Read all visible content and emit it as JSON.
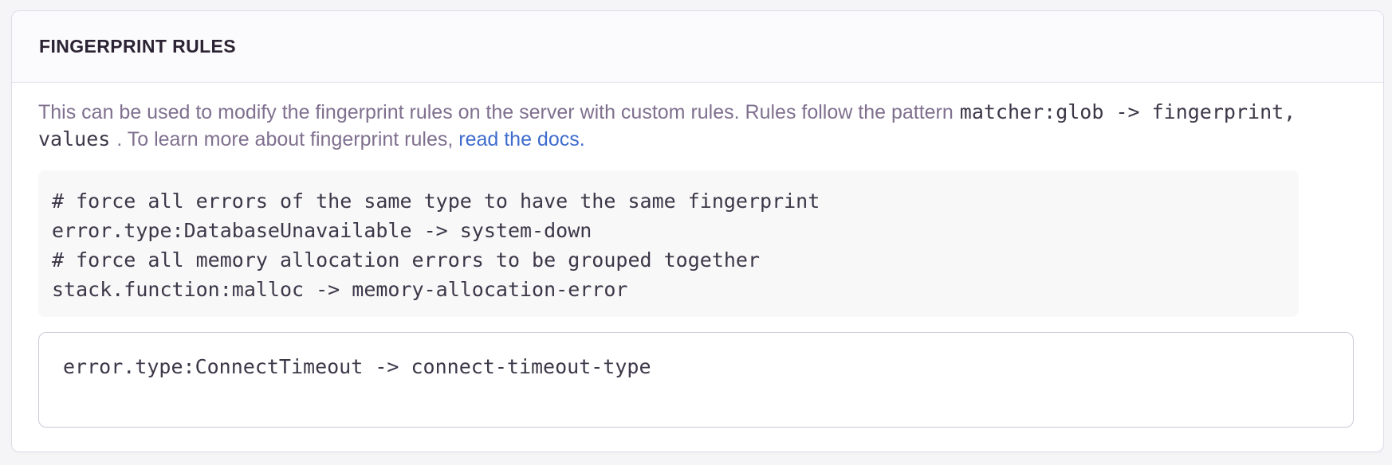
{
  "panel": {
    "title": "FINGERPRINT RULES",
    "description": {
      "text_before": "This can be used to modify the fingerprint rules on the server with custom rules. Rules follow the pattern",
      "inline_code": "matcher:glob -> fingerprint, values",
      "text_middle": ". To learn more about fingerprint rules, ",
      "link_text": "read the docs."
    },
    "example_code": "# force all errors of the same type to have the same fingerprint\nerror.type:DatabaseUnavailable -> system-down\n# force all memory allocation errors to be grouped together\nstack.function:malloc -> memory-allocation-error",
    "input": {
      "value": "error.type:ConnectTimeout -> connect-timeout-type"
    }
  },
  "colors": {
    "page_bg": "#f5f5f7",
    "panel_bg": "#ffffff",
    "panel_border": "#e0dce7",
    "header_bg": "#fbfafc",
    "heading_text": "#2b2233",
    "body_text": "#80708f",
    "code_text": "#3d3748",
    "code_bg": "#f8f8f9",
    "link": "#3f6ccd",
    "input_border": "#cfc9d9"
  }
}
